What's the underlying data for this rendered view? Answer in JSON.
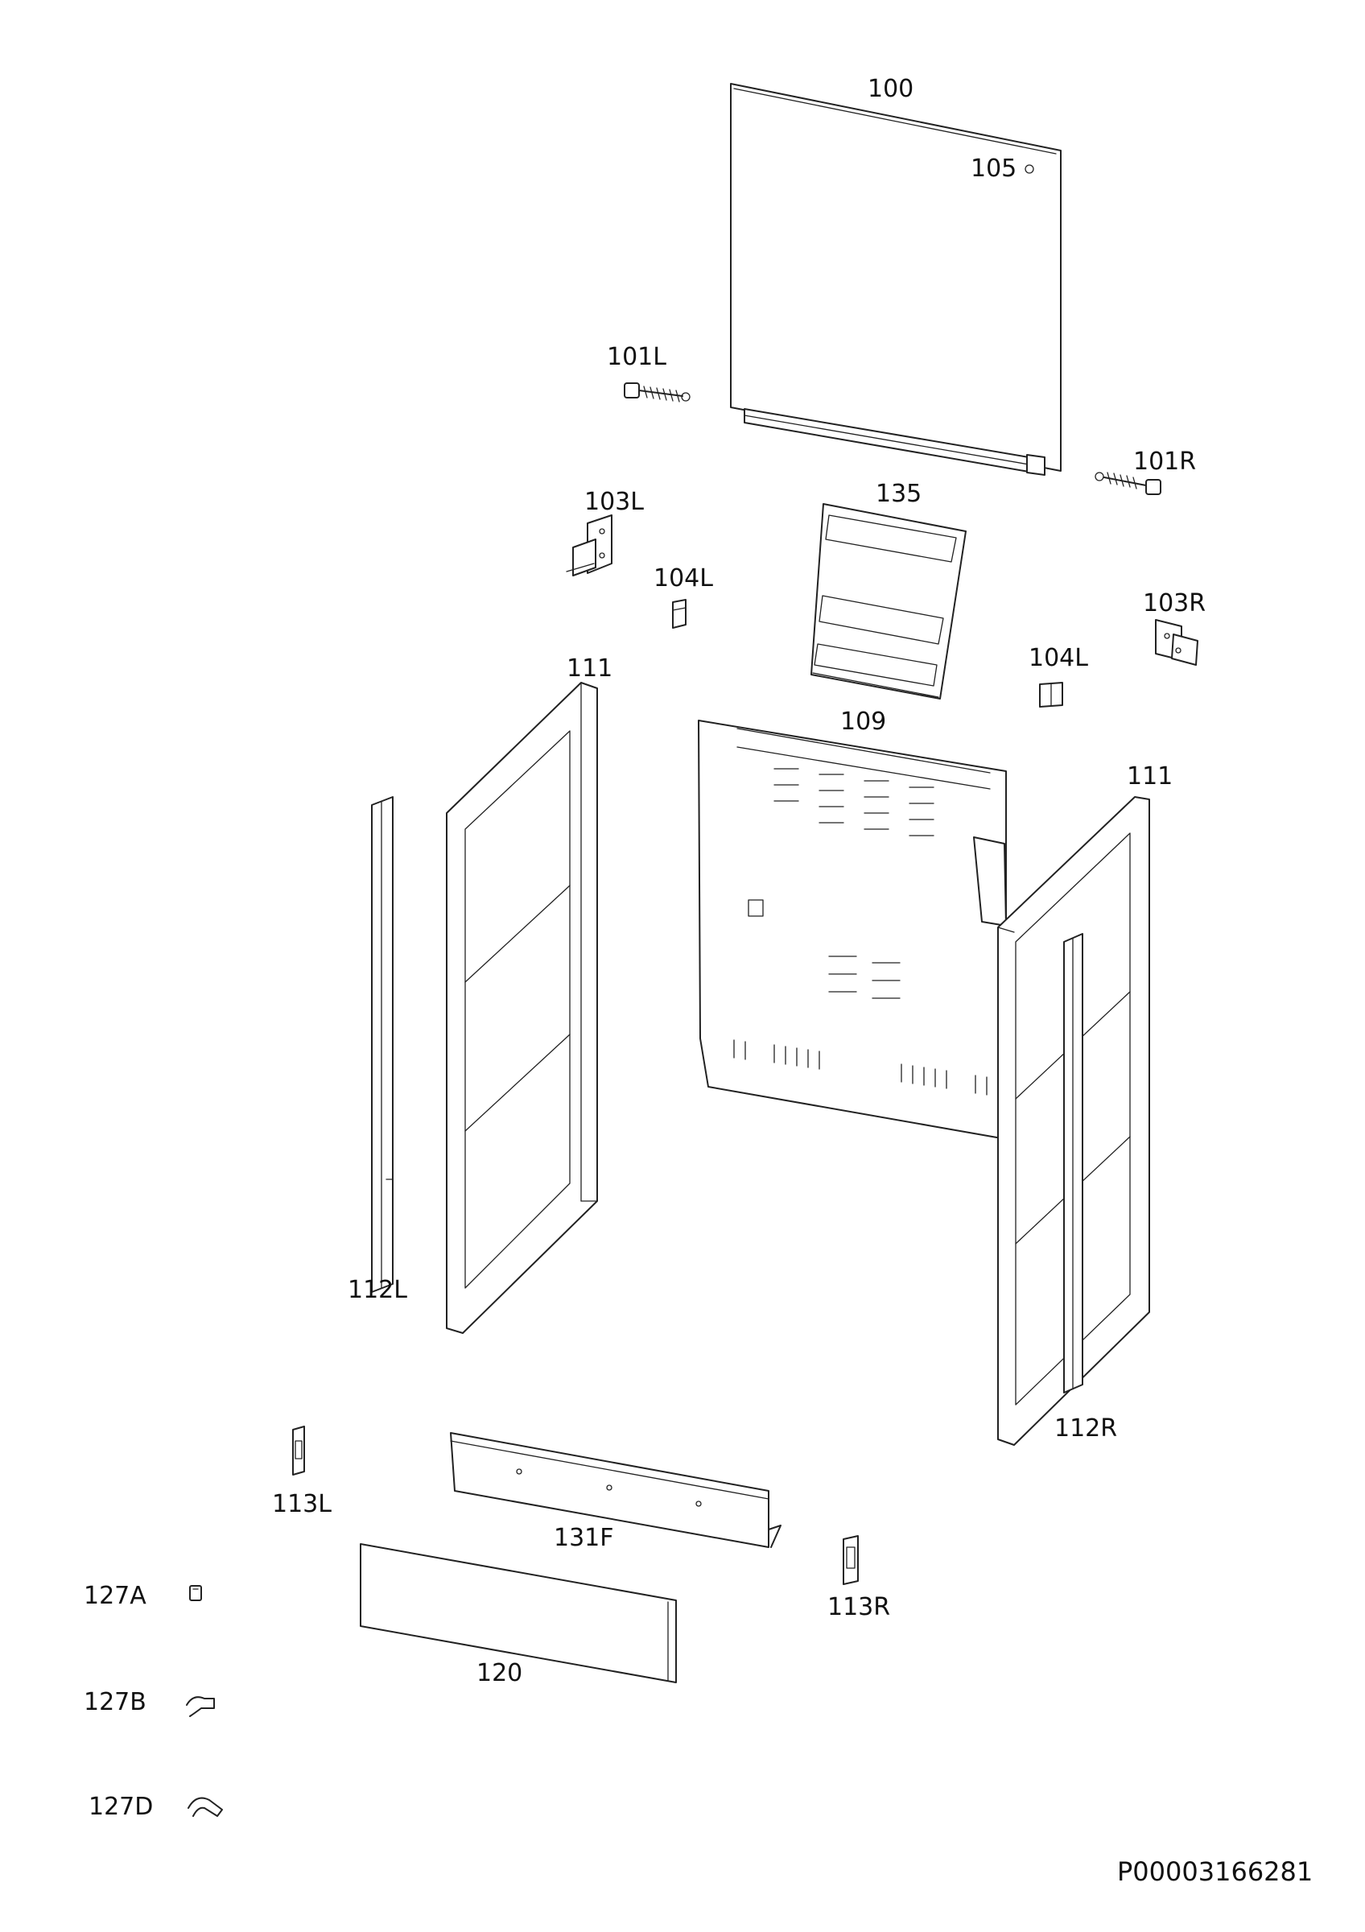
{
  "labels": {
    "p100": "100",
    "p105": "105",
    "p101L": "101L",
    "p101R": "101R",
    "p103L": "103L",
    "p135": "135",
    "p104L_a": "104L",
    "p103R": "103R",
    "p104L_b": "104L",
    "p111_left": "111",
    "p109": "109",
    "p111_right": "111",
    "p112L": "112L",
    "p112R": "112R",
    "p113L": "113L",
    "p131F": "131F",
    "p113R": "113R",
    "p127A": "127A",
    "p120": "120",
    "p127B": "127B",
    "p127D": "127D"
  },
  "document_id": "P00003166281",
  "colors": {
    "line": "#222222",
    "background": "#ffffff"
  }
}
